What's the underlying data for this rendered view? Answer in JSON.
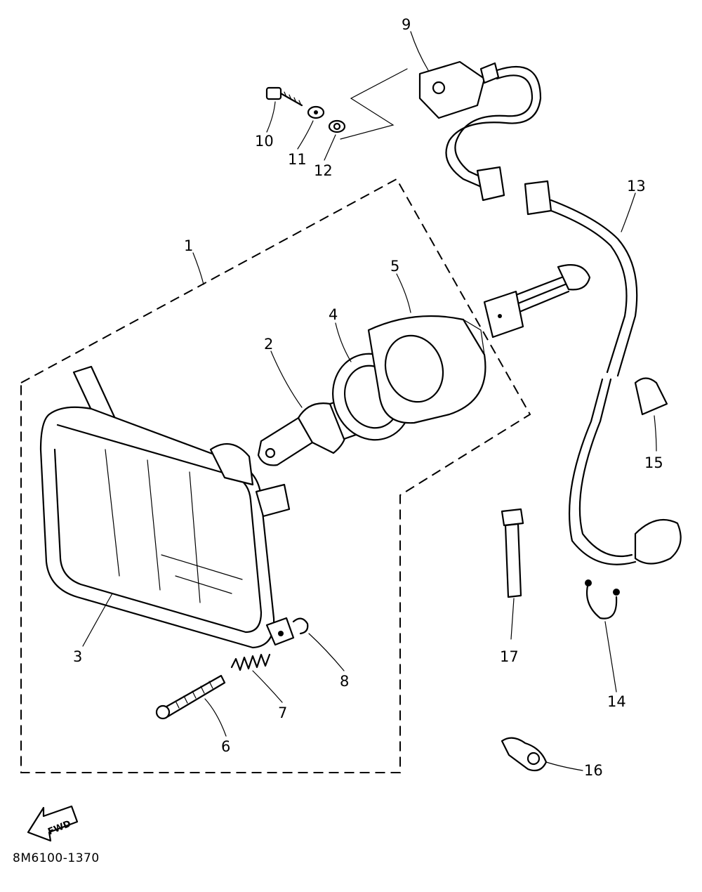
{
  "callouts": [
    {
      "id": "1",
      "text": "1"
    },
    {
      "id": "2",
      "text": "2"
    },
    {
      "id": "3",
      "text": "3"
    },
    {
      "id": "4",
      "text": "4"
    },
    {
      "id": "5",
      "text": "5"
    },
    {
      "id": "6",
      "text": "6"
    },
    {
      "id": "7",
      "text": "7"
    },
    {
      "id": "8",
      "text": "8"
    },
    {
      "id": "9",
      "text": "9"
    },
    {
      "id": "10",
      "text": "10"
    },
    {
      "id": "11",
      "text": "11"
    },
    {
      "id": "12",
      "text": "12"
    },
    {
      "id": "13",
      "text": "13"
    },
    {
      "id": "14",
      "text": "14"
    },
    {
      "id": "15",
      "text": "15"
    },
    {
      "id": "16",
      "text": "16"
    },
    {
      "id": "17",
      "text": "17"
    }
  ],
  "fwd_arrow": {
    "label": "FWD"
  },
  "drawing_ref": "8M6100-1370",
  "icons": {
    "fwd": "fwd-arrow-icon"
  }
}
